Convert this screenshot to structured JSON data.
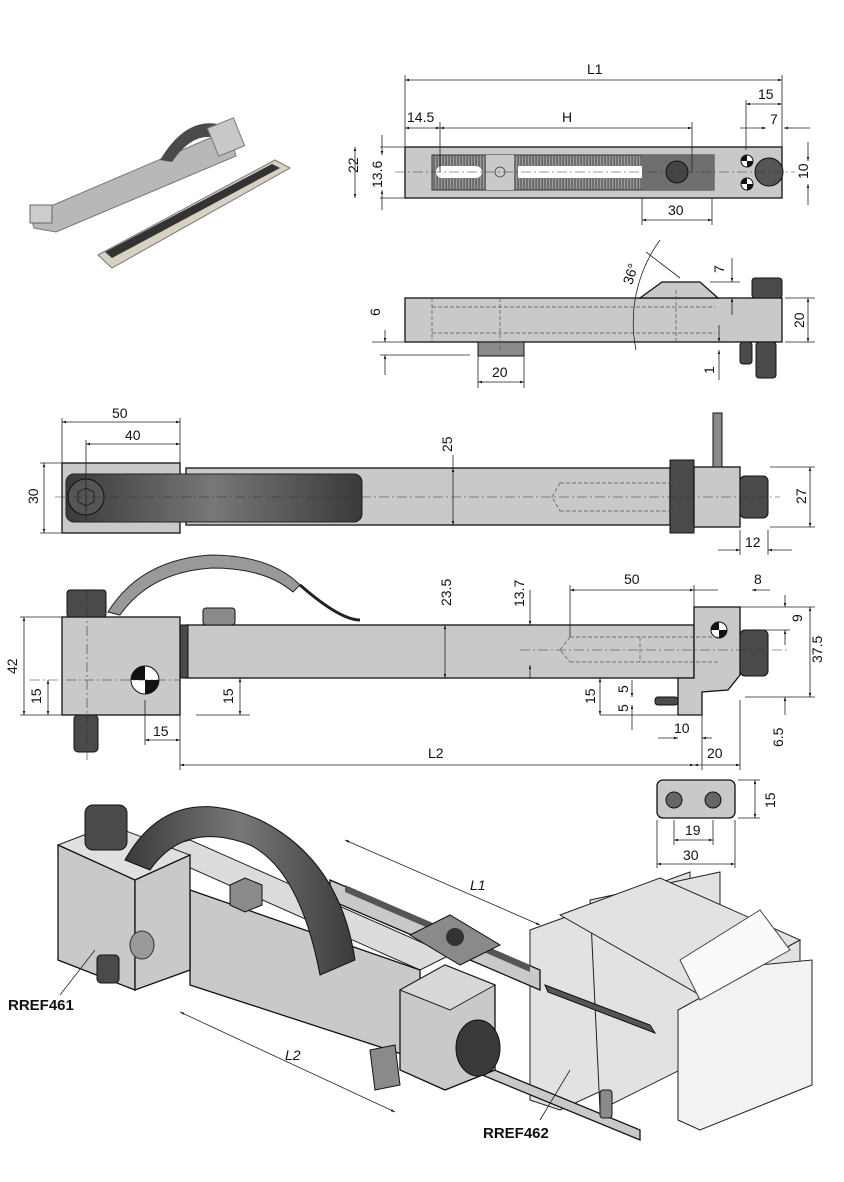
{
  "top_view": {
    "L1": "L1",
    "d14_5": "14.5",
    "H": "H",
    "d15": "15",
    "d7": "7",
    "d22": "22",
    "d13_6": "13.6",
    "d10": "10",
    "d30": "30"
  },
  "side_view": {
    "angle": "36°",
    "d7": "7",
    "d6": "6",
    "d20_right": "20",
    "d20_bottom": "20",
    "d1": "1"
  },
  "arm_top_view": {
    "d50": "50",
    "d40": "40",
    "d25": "25",
    "d30": "30",
    "d27": "27",
    "d12": "12"
  },
  "arm_side_view": {
    "d23_5": "23.5",
    "d13_7": "13.7",
    "d50": "50",
    "d8": "8",
    "d9": "9",
    "d37_5": "37.5",
    "d42": "42",
    "d15_left": "15",
    "d15_bar": "15",
    "d15_bottom": "15",
    "d15_right": "15",
    "d5_top": "5",
    "d5_bottom": "5",
    "d10": "10",
    "d6_5": "6.5",
    "L2": "L2",
    "d20": "20"
  },
  "block_view": {
    "d15": "15",
    "d19": "19",
    "d30": "30"
  },
  "iso_view": {
    "L1": "L1",
    "L2": "L2",
    "part_a": "RREF461",
    "part_b": "RREF462"
  }
}
